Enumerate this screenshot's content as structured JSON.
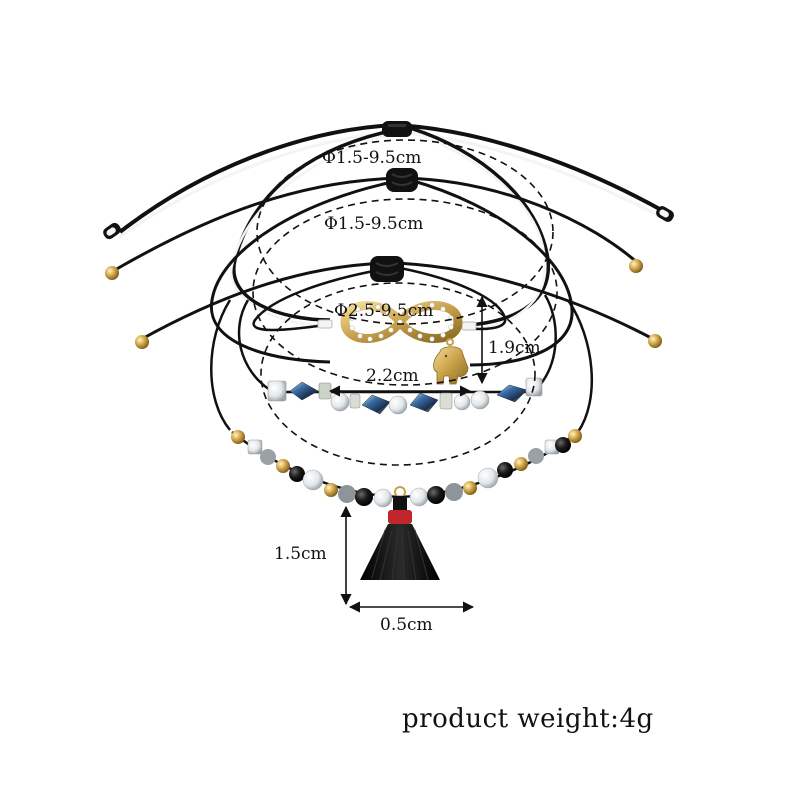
{
  "dimensions": {
    "bracelet1_diameter": "Φ1.5-9.5cm",
    "bracelet2_diameter": "Φ1.5-9.5cm",
    "bracelet3_diameter": "Φ2.5-9.5cm",
    "charm_height": "1.9cm",
    "charm_width": "2.2cm",
    "tassel_height": "1.5cm",
    "tassel_width": "0.5cm"
  },
  "product": {
    "weight_text": "product weight:4g"
  },
  "colors": {
    "cord": "#111111",
    "white_cord": "#f4f4f4",
    "gold": "#c8a04a",
    "tassel": "#0d0d0d",
    "tassel_band": "#c0262b",
    "crystal_blue": "#3b6ea8",
    "crystal_clear": "#dfe6ea"
  }
}
